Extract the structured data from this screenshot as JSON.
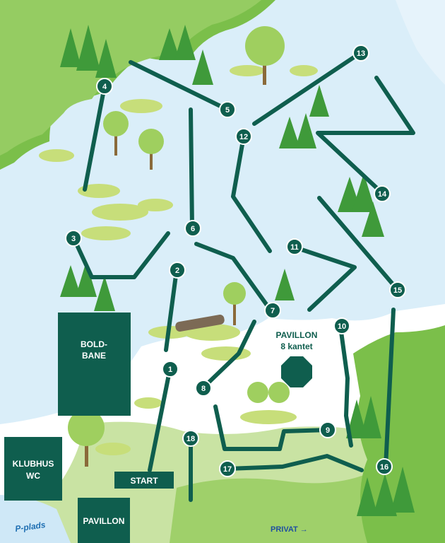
{
  "map": {
    "colors": {
      "water": "#cfe8f7",
      "grass_light": "#c9e3a3",
      "grass_dark": "#7bbf4a",
      "course_line": "#0f5e4e",
      "box": "#0f5e4e",
      "tree": "#3f9a3a",
      "label_blue": "#1f6fb2"
    },
    "holes": [
      {
        "id": "hole-1",
        "number": "1"
      },
      {
        "id": "hole-2",
        "number": "2"
      },
      {
        "id": "hole-3",
        "number": "3"
      },
      {
        "id": "hole-4",
        "number": "4"
      },
      {
        "id": "hole-5",
        "number": "5"
      },
      {
        "id": "hole-6",
        "number": "6"
      },
      {
        "id": "hole-7",
        "number": "7"
      },
      {
        "id": "hole-8",
        "number": "8"
      },
      {
        "id": "hole-9",
        "number": "9"
      },
      {
        "id": "hole-10",
        "number": "10"
      },
      {
        "id": "hole-11",
        "number": "11"
      },
      {
        "id": "hole-12",
        "number": "12"
      },
      {
        "id": "hole-13",
        "number": "13"
      },
      {
        "id": "hole-14",
        "number": "14"
      },
      {
        "id": "hole-15",
        "number": "15"
      },
      {
        "id": "hole-16",
        "number": "16"
      },
      {
        "id": "hole-17",
        "number": "17"
      },
      {
        "id": "hole-18",
        "number": "18"
      }
    ],
    "buildings": {
      "boldbane_line1": "BOLD-",
      "boldbane_line2": "BANE",
      "klubhus_line1": "KLUBHUS",
      "klubhus_line2": "WC",
      "start": "START",
      "pavillon_bottom": "PAVILLON"
    },
    "labels": {
      "pavillon_octagon_line1": "PAVILLON",
      "pavillon_octagon_line2": "8 kantet",
      "p_plads": "P-plads",
      "privat": "PRIVAT →"
    }
  }
}
